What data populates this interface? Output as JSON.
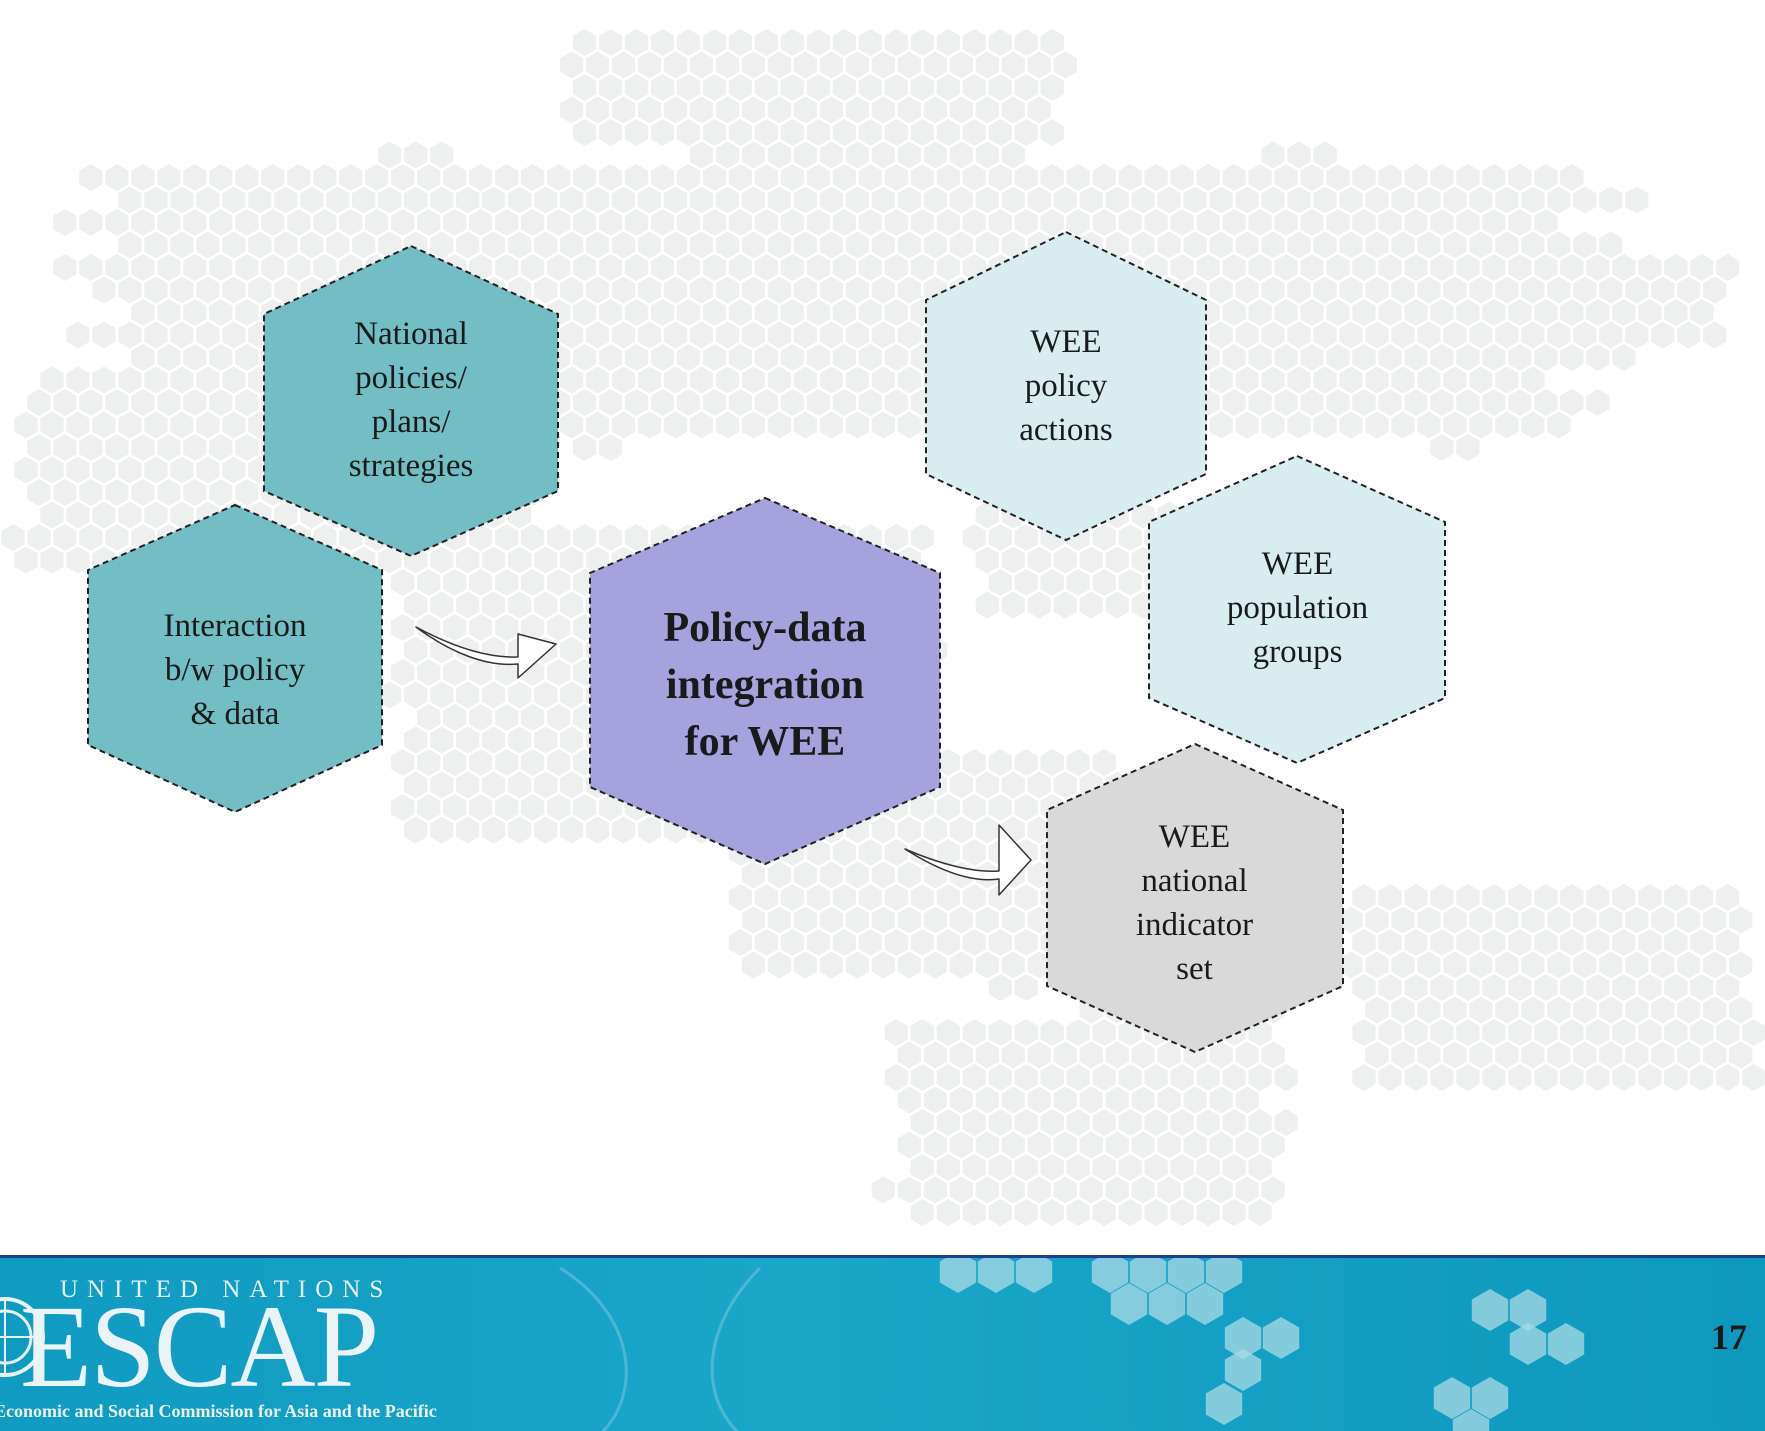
{
  "diagram": {
    "source_group": [
      {
        "id": "national-policies",
        "label": "National\npolicies/\nplans/\nstrategies"
      },
      {
        "id": "interaction",
        "label": "Interaction\nb/w policy\n& data"
      }
    ],
    "center": {
      "id": "policy-data-integration",
      "label": "Policy-data\nintegration\nfor WEE"
    },
    "outputs": [
      {
        "id": "wee-policy-actions",
        "label": "WEE\npolicy\nactions"
      },
      {
        "id": "wee-population-groups",
        "label": "WEE\npopulation\ngroups"
      },
      {
        "id": "wee-national-indicator-set",
        "label": "WEE\nnational\nindicator\nset"
      }
    ],
    "colors": {
      "source_fill": "#73bdc4",
      "center_fill": "#a5a2de",
      "output_light_fill": "#d9edf0",
      "output_grey_fill": "#d9d9d9"
    }
  },
  "footer": {
    "logo": {
      "org_top": "UNITED NATIONS",
      "org_main": "ESCAP",
      "org_sub": "Economic and Social Commission for Asia and the Pacific"
    },
    "page_number": "17",
    "bar_color": "#0f9bc2"
  }
}
